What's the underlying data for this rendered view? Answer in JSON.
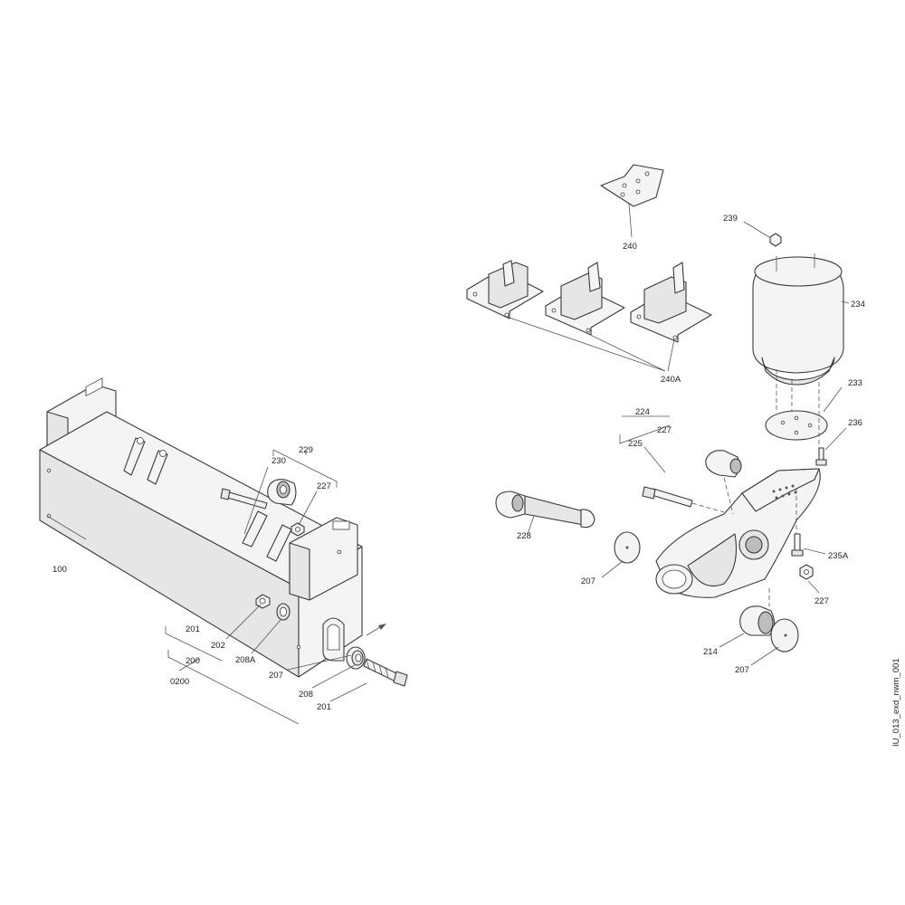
{
  "drawing_id": "IU_013_exd_nwm_001",
  "labels": {
    "p240": "240",
    "p240A": "240A",
    "p239": "239",
    "p234": "234",
    "p233": "233",
    "p236": "236",
    "p224": "224",
    "p227a": "227",
    "p225": "225",
    "p228": "228",
    "p207a": "207",
    "p235A": "235A",
    "p227b": "227",
    "p214": "214",
    "p207b": "207",
    "p229": "229",
    "p230": "230",
    "p227c": "227",
    "p100": "100",
    "p201a": "201",
    "p202": "202",
    "p200": "200",
    "p208A": "208A",
    "p0200": "0200",
    "p207c": "207",
    "p208": "208",
    "p201b": "201"
  }
}
